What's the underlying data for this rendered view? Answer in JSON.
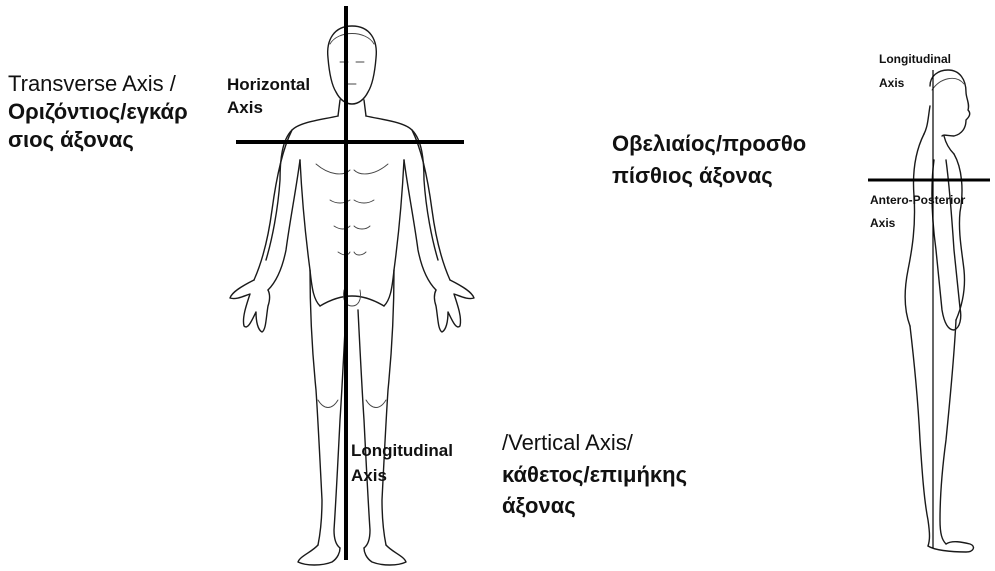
{
  "front_figure": {
    "transverse_line1": "Transverse Axis /",
    "transverse_line2": "Οριζόντιος/εγκάρ",
    "transverse_line3": "σιος άξονας",
    "horizontal_line1": "Horizontal",
    "horizontal_line2": "Axis",
    "longitudinal_line1": "Longitudinal",
    "longitudinal_line2": "Axis",
    "vertical_line1": "/Vertical Axis/",
    "vertical_line2": "κάθετος/επιμήκης",
    "vertical_line3": "άξονας"
  },
  "side_figure": {
    "sagittal_line1": "Οβελιαίος/προσθο",
    "sagittal_line2": "πίσθιος άξονας",
    "longitudinal_line1": "Longitudinal",
    "longitudinal_line2": "Axis",
    "ap_line1": "Antero-Posterior",
    "ap_line2": "Axis"
  }
}
